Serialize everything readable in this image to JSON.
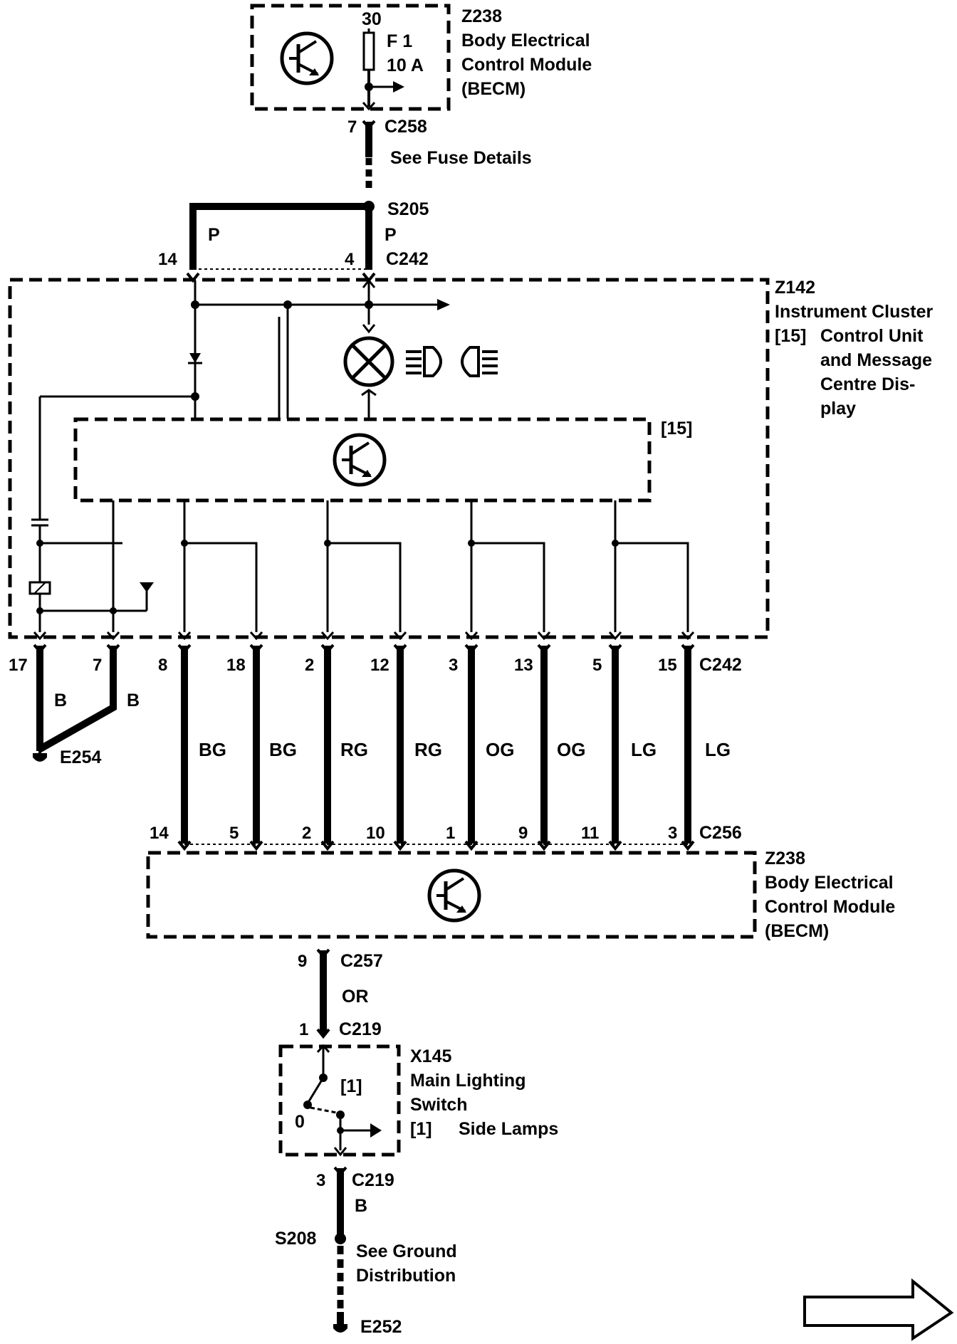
{
  "becm_top": {
    "id": "Z238",
    "name_line1": "Body Electrical",
    "name_line2": "Control Module",
    "name_line3": "(BECM)",
    "fuse_terminal": "30",
    "fuse_name": "F 1",
    "fuse_rating": "10 A"
  },
  "connector_c258": {
    "pin": "7",
    "name": "C258",
    "note": "See Fuse Details"
  },
  "splice_s205": {
    "name": "S205",
    "wire_color_left": "P",
    "wire_color_right": "P"
  },
  "connector_c242_top": {
    "pin_left": "14",
    "pin_right": "4",
    "name": "C242"
  },
  "instrument_cluster": {
    "id": "Z142",
    "name": "Instrument Cluster",
    "ref": "[15]",
    "sub_line1": "Control Unit",
    "sub_line2": "and Message",
    "sub_line3": "Centre Dis-",
    "sub_line4": "play",
    "inner_ref": "[15]"
  },
  "connector_c242_bottom": {
    "name": "C242",
    "pins": [
      "17",
      "7",
      "8",
      "18",
      "2",
      "12",
      "3",
      "13",
      "5",
      "15"
    ]
  },
  "ground_e254": {
    "name": "E254",
    "wire_color_left": "B",
    "wire_color_right": "B"
  },
  "bus_wires": {
    "colors": [
      "BG",
      "BG",
      "RG",
      "RG",
      "OG",
      "OG",
      "LG",
      "LG"
    ]
  },
  "connector_c256": {
    "name": "C256",
    "pins": [
      "14",
      "5",
      "2",
      "10",
      "1",
      "9",
      "11",
      "3"
    ]
  },
  "becm_bottom": {
    "id": "Z238",
    "name_line1": "Body Electrical",
    "name_line2": "Control Module",
    "name_line3": "(BECM)"
  },
  "connector_c257": {
    "pin": "9",
    "name": "C257",
    "wire_color": "OR"
  },
  "connector_c219_top": {
    "pin": "1",
    "name": "C219"
  },
  "switch_x145": {
    "id": "X145",
    "name_line1": "Main Lighting",
    "name_line2": "Switch",
    "ref": "[1]",
    "position_label": "Side Lamps",
    "inner_ref": "[1]",
    "off_position": "0"
  },
  "connector_c219_bottom": {
    "pin": "3",
    "name": "C219",
    "wire_color": "B"
  },
  "splice_s208": {
    "name": "S208",
    "note_line1": "See Ground",
    "note_line2": "Distribution"
  },
  "ground_e252": {
    "name": "E252"
  },
  "icons": {
    "control_module": "transistor-circle-icon",
    "warning_lamp": "lamp-x-icon",
    "side_lamp_symbols": "side-lamp-icon",
    "continue": "arrow-right-outline-icon"
  }
}
